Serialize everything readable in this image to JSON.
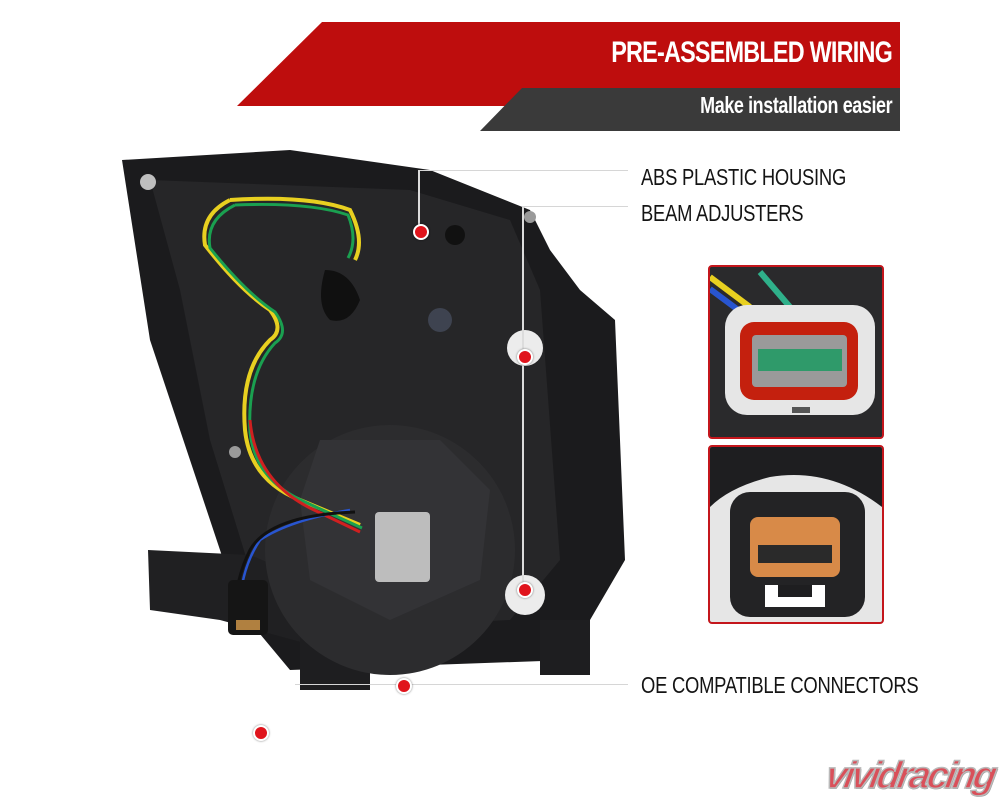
{
  "banner": {
    "title": "PRE-ASSEMBLED WIRING",
    "subtitle": "Make installation easier",
    "colors": {
      "red": "#be0d0d",
      "dark": "#3a3a3a"
    }
  },
  "callouts": [
    {
      "label": "ABS PLASTIC HOUSING"
    },
    {
      "label": "BEAM ADJUSTERS"
    },
    {
      "label": "OE COMPATIBLE CONNECTORS"
    }
  ],
  "insets": [
    {
      "name": "8-pin white connector with red seal and green pin block"
    },
    {
      "name": "black 2-pin connector with orange insert"
    }
  ],
  "product": {
    "name": "headlight rear housing with wiring harness"
  },
  "watermark": {
    "text": "vividracing",
    "color": "#d9505a"
  },
  "accent": {
    "dot": "#e0141c"
  }
}
